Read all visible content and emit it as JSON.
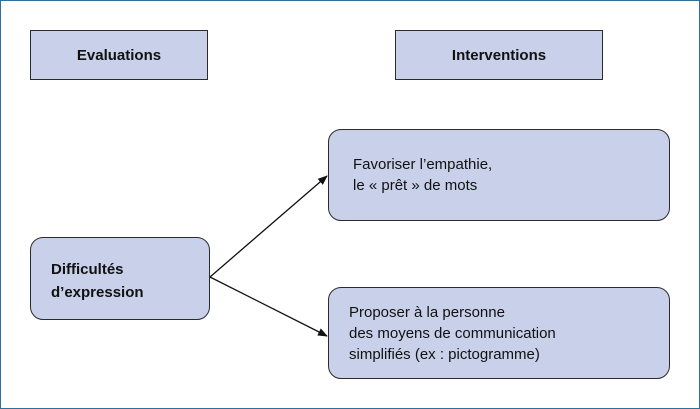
{
  "headers": {
    "evaluations": "Evaluations",
    "interventions": "Interventions"
  },
  "evaluation_box": {
    "lines": [
      "Difficultés",
      "d’expression"
    ]
  },
  "intervention_boxes": [
    {
      "lines": [
        "Favoriser l’empathie,",
        "le « prêt » de mots"
      ]
    },
    {
      "lines": [
        "Proposer à la personne",
        "des moyens de communication",
        "simplifiés (ex : pictogramme)"
      ]
    }
  ],
  "colors": {
    "box_fill": "#c9d1ea",
    "border": "#2b2b2b",
    "frame": "#2f6f9a"
  }
}
